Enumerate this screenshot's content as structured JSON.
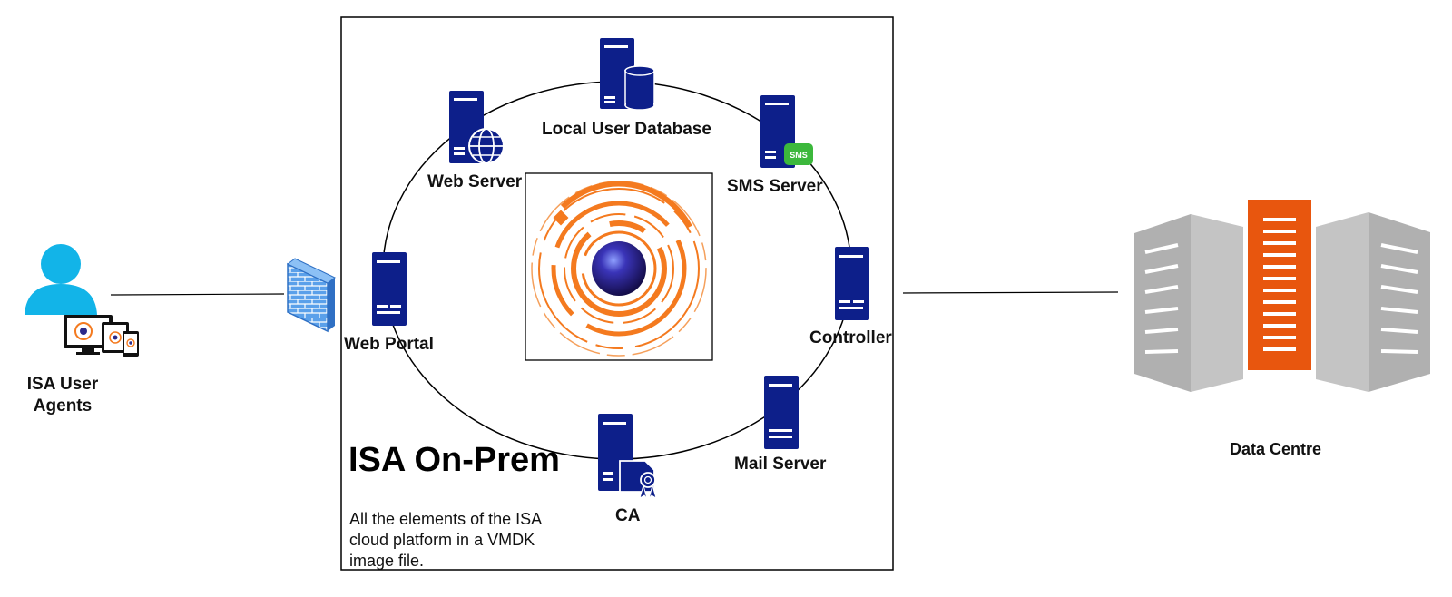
{
  "labels": {
    "user_agents": "ISA User\nAgents",
    "local_user_database": "Local User Database",
    "web_server": "Web Server",
    "sms_server": "SMS Server",
    "web_portal": "Web Portal",
    "controller": "Controller",
    "mail_server": "Mail Server",
    "ca": "CA",
    "data_centre": "Data Centre"
  },
  "on_prem": {
    "title": "ISA On-Prem",
    "description": "All the elements of the ISA cloud platform in a VMDK image file."
  },
  "sms_badge": "SMS",
  "icons": {
    "user": "user-icon",
    "devices": "devices-icon",
    "firewall": "firewall-icon",
    "server": "server-icon",
    "database": "database-icon",
    "globe": "globe-icon",
    "certificate": "certificate-icon",
    "logo": "isa-logo-icon",
    "data_centre": "data-centre-icon"
  },
  "colors": {
    "server_blue": "#0d1f8a",
    "user_cyan": "#12b4e8",
    "logo_orange": "#f47a1f",
    "datacentre_orange": "#e8560e",
    "datacentre_grey": "#b5b5b5",
    "sms_green": "#3cb83c",
    "firewall_blue": "#4a90e2"
  }
}
